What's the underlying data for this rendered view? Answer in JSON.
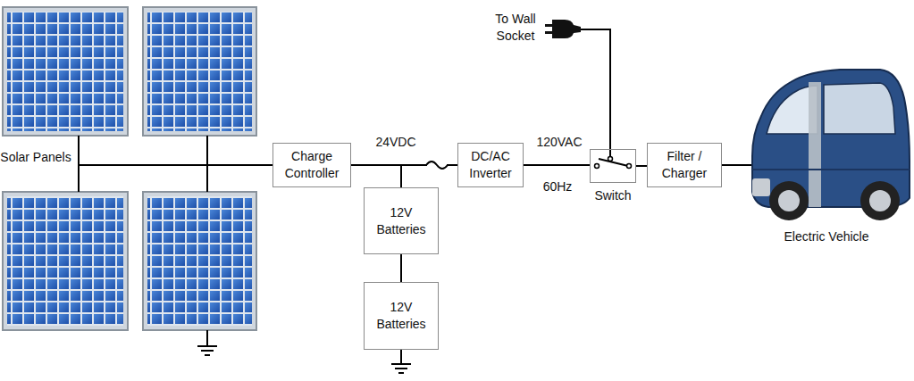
{
  "diagram": {
    "nodes": [
      {
        "text": [
          "Charge Controller"
        ]
      },
      {
        "text": [
          "12V Batteries"
        ]
      },
      {
        "text": [
          "12V Batteries"
        ]
      },
      {
        "text": [
          "DC/AC Inverter"
        ]
      },
      {
        "text": [
          "Switch"
        ]
      },
      {
        "text": [
          "Filter / Charger"
        ]
      }
    ],
    "edges": [
      {
        "from": 0,
        "to": 3,
        "arrow": "none"
      },
      {
        "from": 0,
        "to": 1,
        "arrow": "none"
      },
      {
        "from": 1,
        "to": 2,
        "arrow": "none"
      },
      {
        "from": 3,
        "to": 4,
        "arrow": "none"
      },
      {
        "from": 4,
        "to": 5,
        "arrow": "none"
      }
    ],
    "labels": [
      "Solar Panels",
      "To Wall Socket",
      "24VDC",
      "120VAC",
      "60Hz",
      "Electric Vehicle"
    ]
  }
}
